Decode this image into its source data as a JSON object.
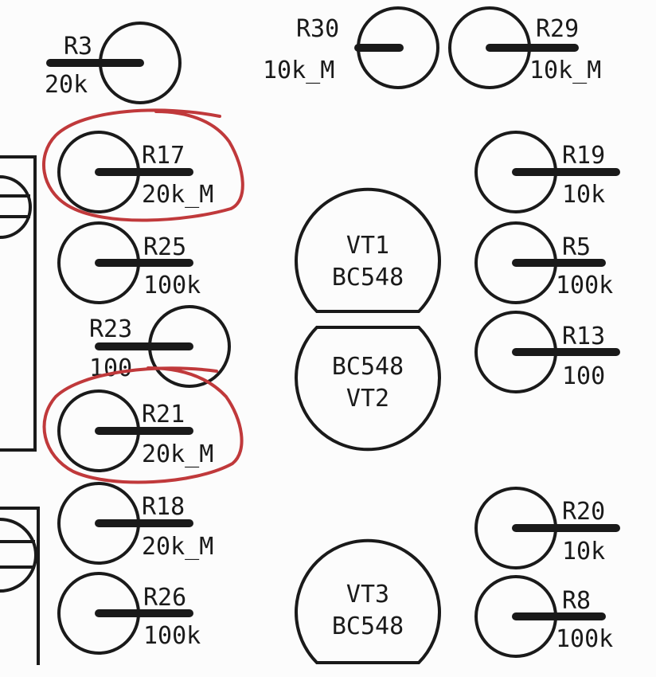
{
  "colors": {
    "background": "#fcfcfc",
    "silkscreen": "#1a1a1a",
    "highlight": "#c0393b"
  },
  "resistors": {
    "r3": {
      "ref": "R3",
      "value": "20k"
    },
    "r30": {
      "ref": "R30",
      "value": "10k_M"
    },
    "r29": {
      "ref": "R29",
      "value": "10k_M"
    },
    "r17": {
      "ref": "R17",
      "value": "20k_M"
    },
    "r19": {
      "ref": "R19",
      "value": "10k"
    },
    "r25": {
      "ref": "R25",
      "value": "100k"
    },
    "r5": {
      "ref": "R5",
      "value": "100k"
    },
    "r23": {
      "ref": "R23",
      "value": "100"
    },
    "r13": {
      "ref": "R13",
      "value": "100"
    },
    "r21": {
      "ref": "R21",
      "value": "20k_M"
    },
    "r18": {
      "ref": "R18",
      "value": "20k_M"
    },
    "r20": {
      "ref": "R20",
      "value": "10k"
    },
    "r26": {
      "ref": "R26",
      "value": "100k"
    },
    "r8": {
      "ref": "R8",
      "value": "100k"
    }
  },
  "transistors": {
    "vt1": {
      "ref": "VT1",
      "value": "BC548"
    },
    "vt2": {
      "ref": "VT2",
      "value": "BC548"
    },
    "vt3": {
      "ref": "VT3",
      "value": "BC548"
    }
  },
  "highlighted": [
    "R17",
    "R21"
  ]
}
